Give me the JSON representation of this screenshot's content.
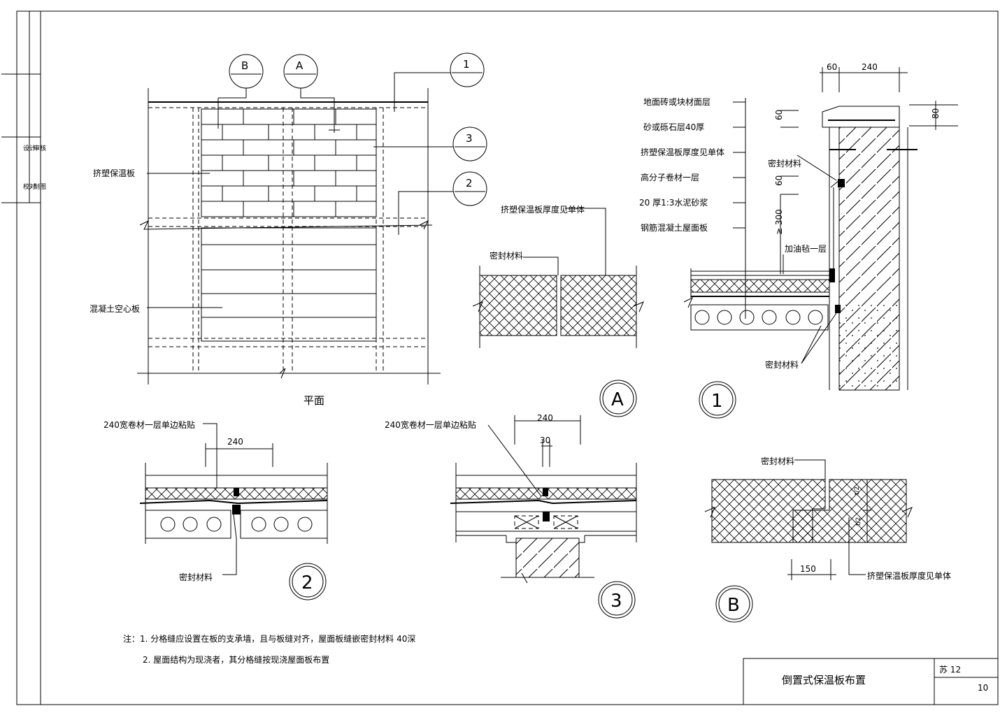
{
  "title_block": {
    "drawing_title": "倒置式保温板布置",
    "atlas_code": "苏 12",
    "page_no": "10"
  },
  "plan": {
    "caption": "平面",
    "label_insulation_board": "挤塑保温板",
    "label_hollow_slab": "混凝土空心板",
    "bubble_B": "B",
    "bubble_A": "A",
    "bubble_1": "1",
    "bubble_2": "2",
    "bubble_3": "3"
  },
  "detail_A": {
    "caption": "A",
    "label_board_thickness": "挤塑保温板厚度见单体",
    "label_sealant": "密封材料"
  },
  "detail_1": {
    "caption": "1",
    "layers": [
      "地面砖或块材面层",
      "砂或砾石层40厚",
      "挤塑保温板厚度见单体",
      "高分子卷材一层",
      "20 厚1:3水泥砂浆",
      "钢筋混凝土屋面板"
    ],
    "label_sealant_top": "密封材料",
    "label_felt": "加油毡一层",
    "label_sealant_bottom": "密封材料",
    "dim_60a": "60",
    "dim_240": "240",
    "dim_60b": "60",
    "dim_80": "80",
    "dim_60c": "60",
    "dim_300": "≥ 300"
  },
  "detail_2": {
    "caption": "2",
    "label_membrane": "240宽卷材一层单边粘贴",
    "dim_240": "240",
    "label_sealant": "密封材料"
  },
  "detail_3": {
    "caption": "3",
    "label_membrane": "240宽卷材一层单边粘贴",
    "dim_240": "240",
    "dim_30": "30"
  },
  "detail_B": {
    "caption": "B",
    "label_sealant": "密封材料",
    "label_board_thickness": "挤塑保温板厚度见单体",
    "dim_150": "150",
    "dim_half_a": "t/2",
    "dim_half_b": "t/2"
  },
  "notes": {
    "line1": "注：1. 分格缝应设置在板的支承墙，且与板缝对齐，屋面板缝嵌密封材料 40深",
    "line2": "2. 屋面结构为现浇者，其分格缝按现浇屋面板布置"
  },
  "margin_block": {
    "r1a": "设计",
    "r1b": "审核",
    "r2a": "校对",
    "r2b": "制图"
  }
}
